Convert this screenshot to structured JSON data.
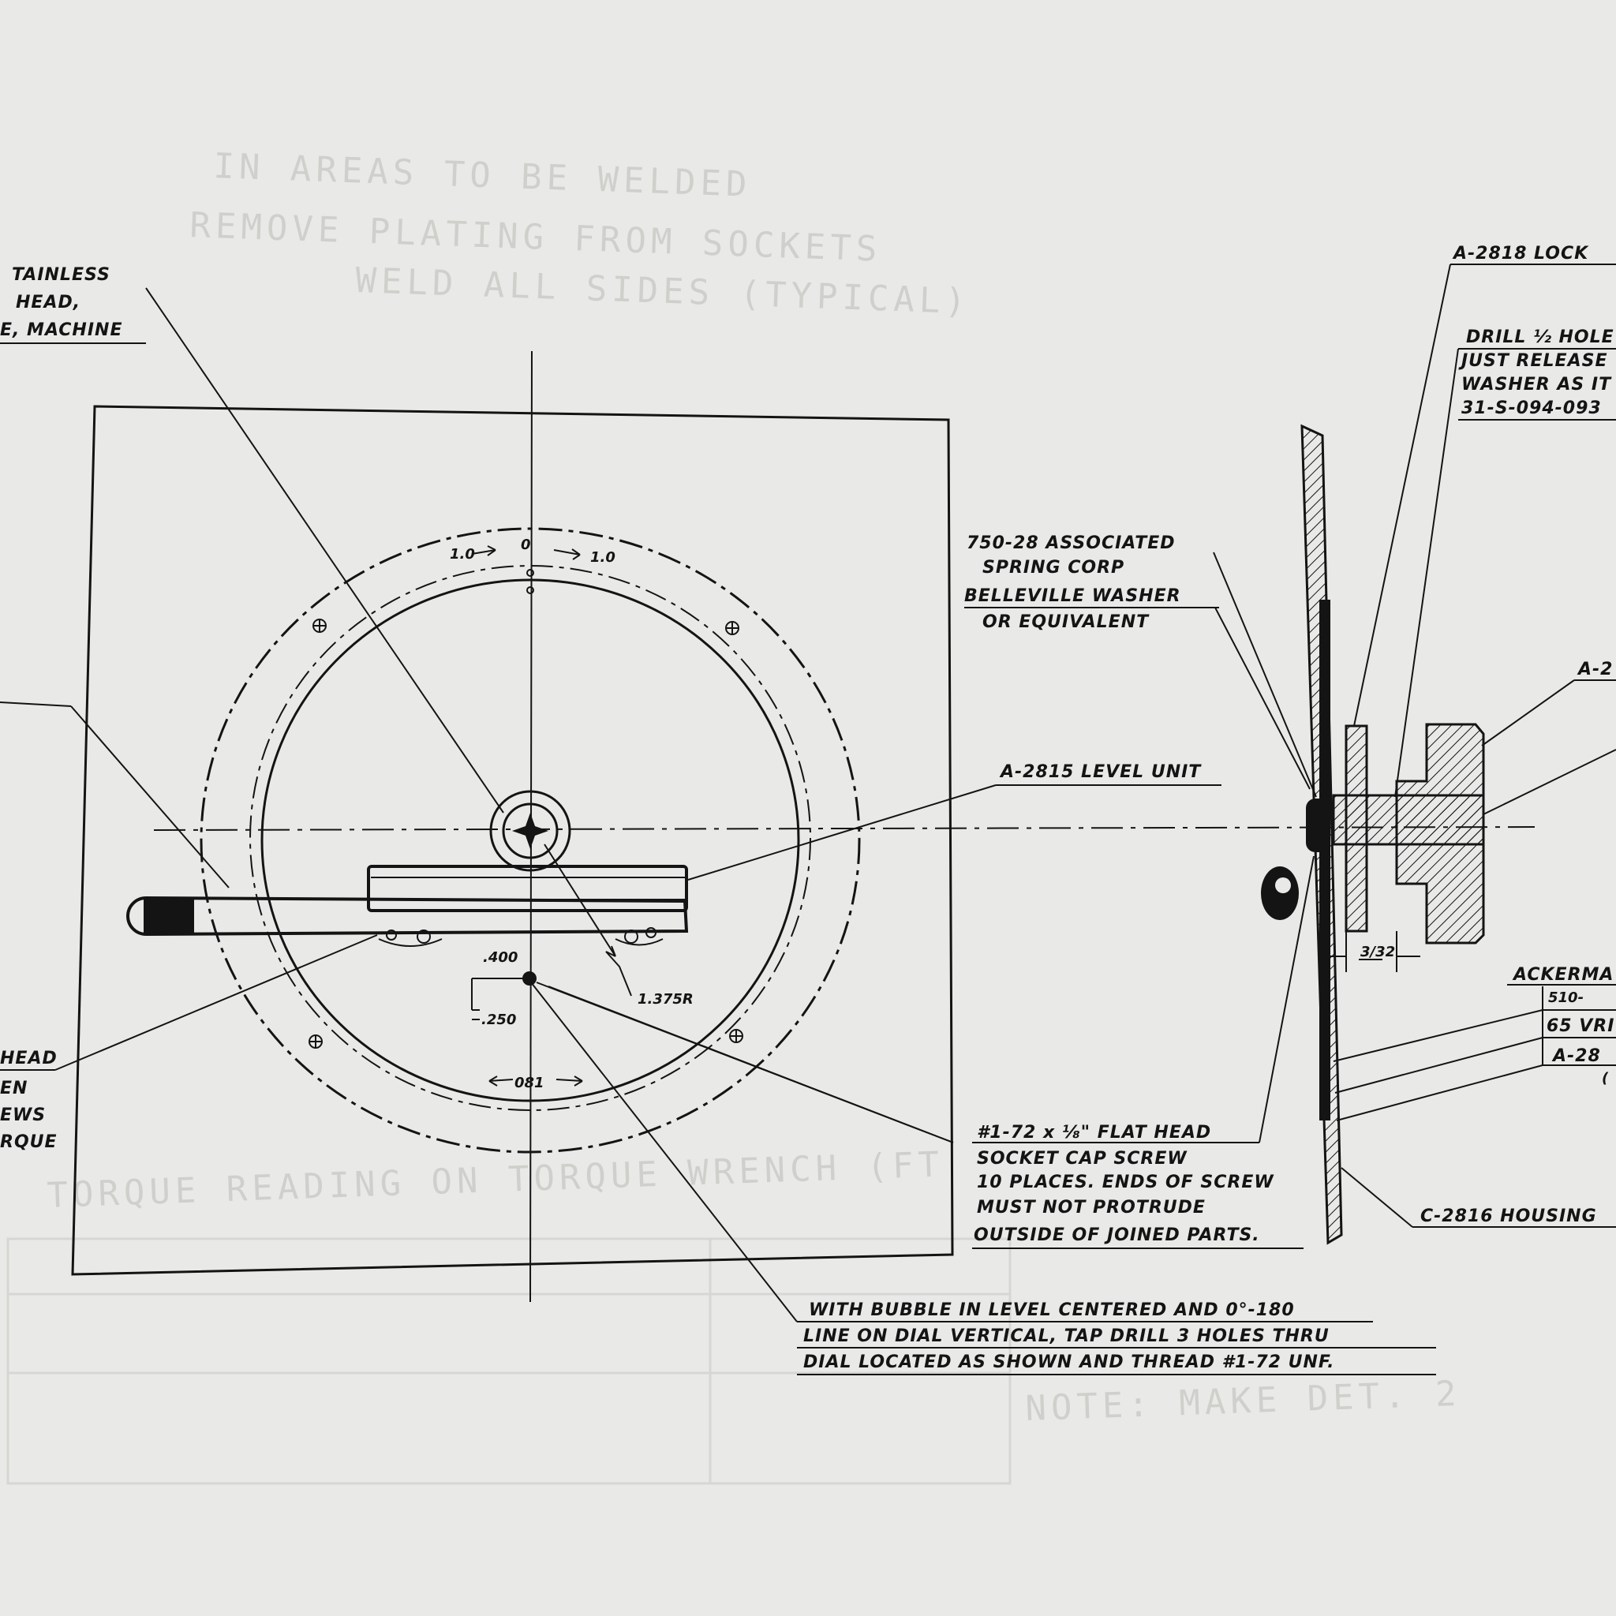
{
  "labels": {
    "stainless_1": "TAINLESS",
    "stainless_2": "HEAD,",
    "stainless_3": "E, MACHINE",
    "lock": "A-2818 LOCK",
    "drill_1": "DRILL ½ HOLE",
    "drill_2": "JUST RELEASE",
    "drill_3": "WASHER AS IT",
    "drill_4": "31-S-094-093",
    "belleville_1": "750-28 ASSOCIATED",
    "belleville_2": "SPRING CORP",
    "belleville_3": "BELLEVILLE WASHER",
    "belleville_4": "OR EQUIVALENT",
    "a2_cut": "A-2",
    "level_unit": "A-2815 LEVEL UNIT",
    "flathead_1": "#1-72 x ⅛\" FLAT HEAD",
    "flathead_2": "SOCKET CAP SCREW",
    "flathead_3": "10 PLACES. ENDS OF SCREW",
    "flathead_4": "MUST NOT PROTRUDE",
    "flathead_5": "OUTSIDE OF JOINED PARTS.",
    "housing": "C-2816 HOUSING",
    "ackerman_1": "ACKERMA",
    "ackerman_2": "510-",
    "ackerman_3": "65 VRI",
    "ackerman_4": "A-28",
    "ackerman_5": "(",
    "left_1": "HEAD",
    "left_2": "EN",
    "left_3": "EWS",
    "left_4": "RQUE",
    "bubble_1": "WITH BUBBLE IN LEVEL CENTERED AND 0°-180",
    "bubble_2": "LINE ON DIAL VERTICAL, TAP DRILL 3 HOLES THRU",
    "bubble_3": "DIAL LOCATED AS SHOWN AND THREAD #1-72 UNF."
  },
  "dimensions": {
    "angle_left": "1.0",
    "angle_right": "1.0",
    "top_zero": "0",
    "dim_400": ".400",
    "dim_250": ".250",
    "radius": "1.375R",
    "dial_081": "081",
    "gap": "3/32"
  },
  "background_text": {
    "g1": "IN AREAS TO BE WELDED",
    "g2": "REMOVE PLATING FROM SOCKETS",
    "g3": "WELD ALL SIDES (TYPICAL)",
    "g4": "TORQUE READING ON TORQUE WRENCH (FT",
    "g5": "NOTE: MAKE DET. 2"
  },
  "colors": {
    "ink": "#141414",
    "paper": "#e9e9e7",
    "ghost": "#cfcfcc"
  }
}
